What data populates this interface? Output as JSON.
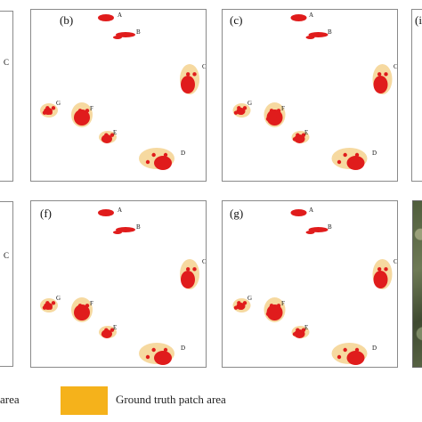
{
  "colors": {
    "prediction": "#e01c1c",
    "ground_truth": "#f6d9a0",
    "legend_ground_truth": "#f5b21b",
    "border": "#8a8a8a"
  },
  "panels": [
    {
      "label": "(b)"
    },
    {
      "label": "(c)"
    },
    {
      "label": "(f)"
    },
    {
      "label": "(g)"
    }
  ],
  "patch_letters": [
    "A",
    "B",
    "C",
    "D",
    "E",
    "F",
    "G"
  ],
  "edge_labels": {
    "partial_top_right": "(i",
    "partial_left_top_c": "C",
    "partial_left_bottom_c": "C"
  },
  "legend": {
    "left_text": "area",
    "ground_truth_label": "Ground truth patch area"
  }
}
